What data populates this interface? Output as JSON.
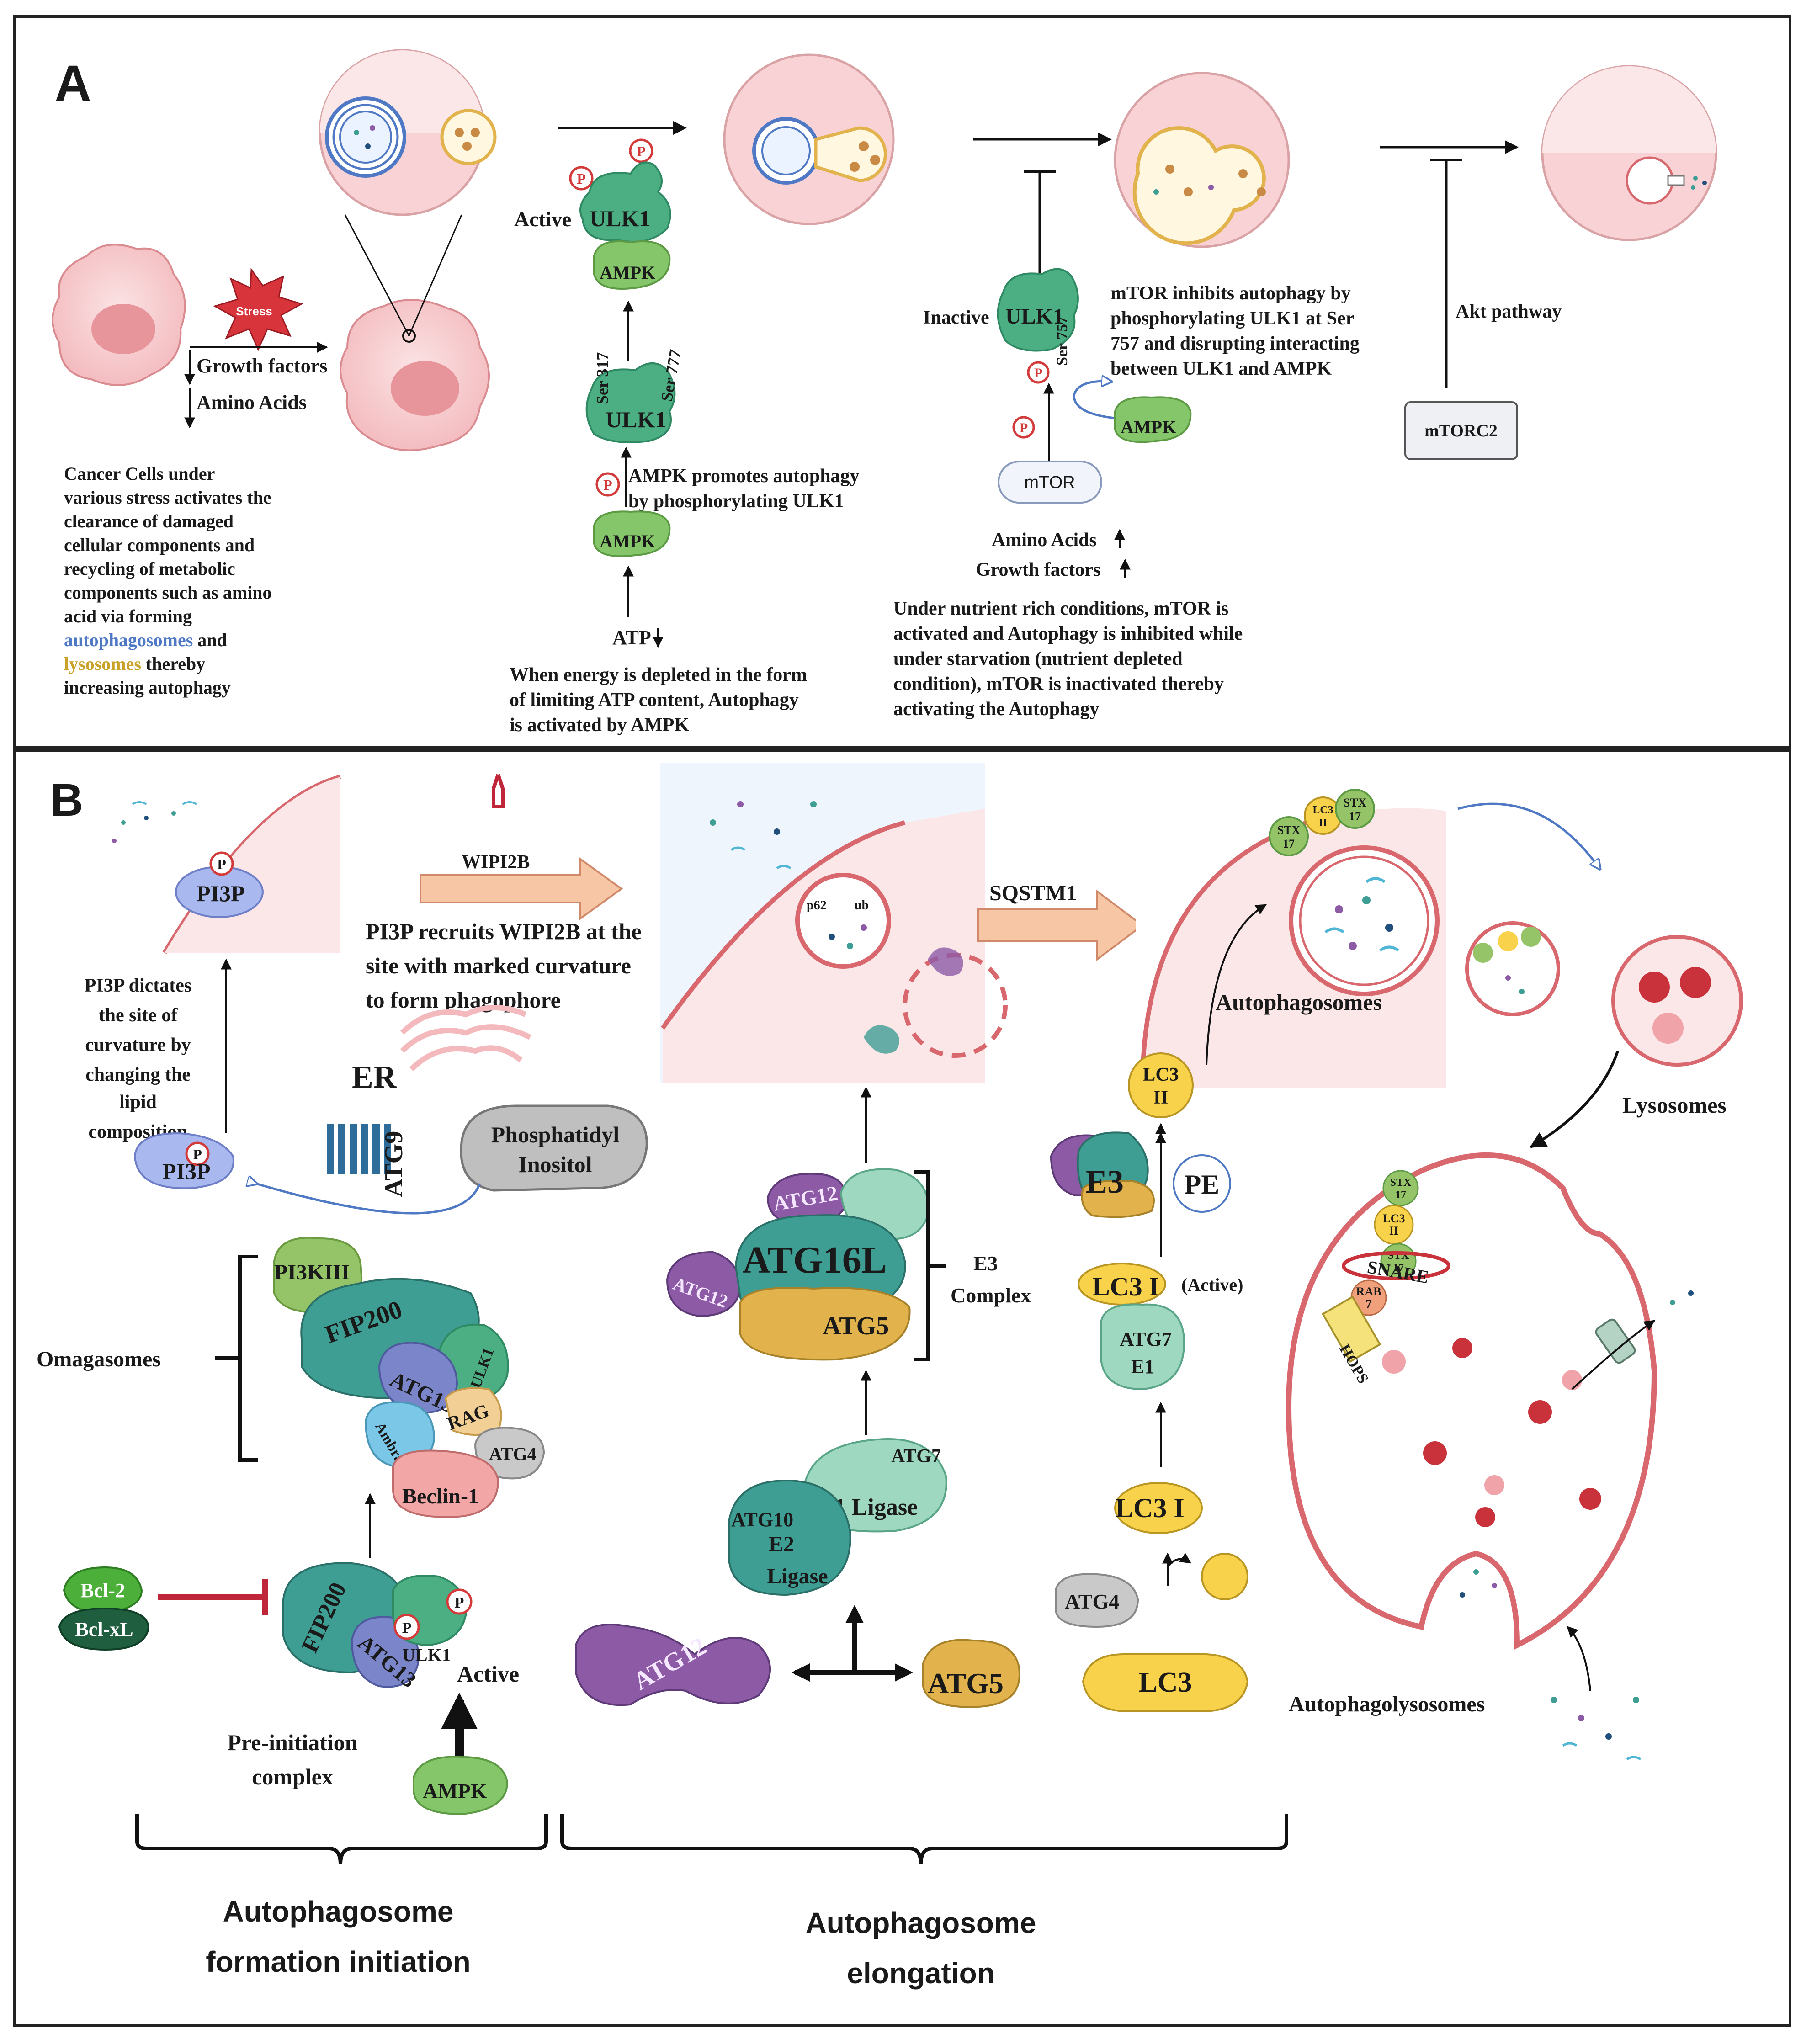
{
  "colors": {
    "cell_pink": "#f6c9cc",
    "cell_membrane": "#d9686e",
    "protein_green": "#4caf84",
    "ampk_green": "#86c66a",
    "protein_teal": "#3e9e93",
    "protein_purple": "#8d5aa6",
    "protein_gold": "#e2b34c",
    "lc3_yellow": "#f8d24a",
    "phospho_red": "#d33b3b",
    "inhibit_red": "#c0263a",
    "autophagosome_blue": "#4f79c4",
    "lysosome_gold": "#c9a227",
    "arrow_peach": "#f7c6a5",
    "pi3p_blue": "#a9b8ee",
    "gray_protein": "#bfbfbf"
  },
  "panelA": {
    "label": "A",
    "stress": "Stress",
    "growth_factors": "Growth factors",
    "amino_acids": "Amino Acids",
    "cancer_text": [
      "Cancer Cells under",
      "various stress activates the",
      "clearance of damaged",
      "cellular components and",
      "recycling of metabolic",
      "components such as amino",
      "acid via forming"
    ],
    "autophagosomes_word": "autophagosomes",
    "and_word": " and",
    "lysosomes_word": "lysosomes",
    "thereby_word": " thereby",
    "increasing": "increasing autophagy",
    "active_label": "Active",
    "ulk1": "ULK1",
    "ampk": "AMPK",
    "p": "P",
    "ser317": "Ser 317",
    "ser777": "Ser 777",
    "ampk_promotes": [
      "AMPK promotes autophagy",
      "by phosphorylating ULK1"
    ],
    "atp": "ATP",
    "energy_text": [
      "When energy is depleted in the form",
      "of limiting ATP content, Autophagy",
      "is activated by AMPK"
    ],
    "inactive_label": "Inactive",
    "ser757": "Ser 757",
    "mtor": "mTOR",
    "mtor_inhibits": [
      "mTOR inhibits autophagy by",
      "phosphorylating ULK1 at Ser",
      "757 and disrupting interacting",
      "between ULK1 and AMPK"
    ],
    "amino_acids_up": "Amino Acids",
    "growth_factors_up": "Growth factors",
    "nutrient_text": [
      "Under nutrient rich conditions, mTOR is",
      "activated  and Autophagy is inhibited while",
      "under starvation (nutrient depleted",
      "condition), mTOR is inactivated thereby",
      "activating the Autophagy"
    ],
    "akt": "Akt pathway",
    "mtorc2": "mTORC2"
  },
  "panelB": {
    "label": "B",
    "p": "P",
    "pi3p": "PI3P",
    "pi3p_dictates": [
      "PI3P dictates",
      "the site of",
      "curvature by",
      "changing the",
      "lipid",
      "composition"
    ],
    "wipi2b": "WIPI2B",
    "pi3p_recruits": [
      "PI3P recruits WIPI2B at the",
      "site with marked curvature",
      "to form phagophore"
    ],
    "er": "ER",
    "atg9": "ATG9",
    "phosphatidyl": [
      "Phosphatidyl",
      "Inositol"
    ],
    "omegasomes": "Omagasomes",
    "pi3kiii": "PI3KIII",
    "fip200": "FIP200",
    "atg13": "ATG13",
    "ulk1": "ULK1",
    "rag": "RAG",
    "ambra1": "Ambra1",
    "atg4": "ATG4",
    "beclin1": "Beclin-1",
    "bcl2": "Bcl-2",
    "bclxl": "Bcl-xL",
    "active": "Active",
    "preinit": [
      "Pre-initiation",
      "complex"
    ],
    "ampk": "AMPK",
    "p62": "p62",
    "ub": "ub",
    "sqstm1": "SQSTM1",
    "atg12": "ATG12",
    "atg16l": "ATG16L",
    "atg5": "ATG5",
    "e3_complex": [
      "E3",
      "Complex"
    ],
    "atg7": "ATG7",
    "e1_ligase": "E1 Ligase",
    "atg10": "ATG10",
    "e2_ligase": [
      "E2",
      "Ligase"
    ],
    "stx17": [
      "STX",
      "17"
    ],
    "lc3ii": [
      "LC3",
      "II"
    ],
    "autophagosomes": "Autophagosomes",
    "e3": "E3",
    "pe": "PE",
    "lc3i": "LC3 I",
    "active_paren": "(Active)",
    "e1": "E1",
    "lc3": "LC3",
    "lysosomes": "Lysosomes",
    "snare": "SNARE",
    "hops": "HOPS",
    "rab7": [
      "RAB",
      "7"
    ],
    "autophagolysosomes": "Autophagolysosomes",
    "initiation_title": [
      "Autophagosome",
      "formation initiation"
    ],
    "elongation_title": [
      "Autophagosome",
      "elongation"
    ]
  }
}
